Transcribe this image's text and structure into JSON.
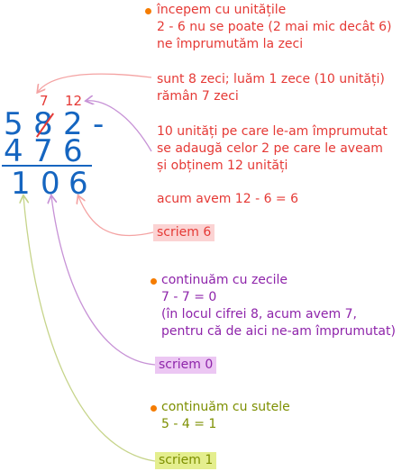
{
  "subtraction": {
    "minuend": [
      "5",
      "8",
      "2"
    ],
    "operator": "-",
    "subtrahend": [
      "4",
      "7",
      "6"
    ],
    "result": [
      "1",
      "0",
      "6"
    ],
    "borrow_tens": "7",
    "borrow_units": "12"
  },
  "notes": {
    "units": {
      "intro": [
        "începem cu unitățile",
        "2 - 6 nu se poate (2 mai mic decât 6)",
        "ne împrumutăm la zeci"
      ],
      "tens_info": [
        "sunt 8 zeci; luăm 1 zece (10 unități)",
        "rămân 7 zeci"
      ],
      "units_info": [
        "10 unități pe care le-am împrumutat",
        "se adaugă celor 2 pe care le aveam",
        "și obținem 12 unități"
      ],
      "computation": "acum avem 12 - 6 = 6",
      "write_label": "scriem 6"
    },
    "tens": {
      "lines": [
        "continuăm cu zecile",
        "7 - 7 = 0",
        "(în locul cifrei 8, acum avem 7,",
        "pentru că de aici ne-am împrumutat)"
      ],
      "write_label": "scriem 0"
    },
    "hundreds": {
      "lines": [
        "continuăm cu sutele",
        "5 - 4 = 1"
      ],
      "write_label": "scriem 1"
    }
  },
  "colors": {
    "digits": "#1565c0",
    "units_notes": "#e53935",
    "tens_notes": "#8e24aa",
    "hundreds_notes": "#7d8f00",
    "bullet": "#f57c00"
  }
}
